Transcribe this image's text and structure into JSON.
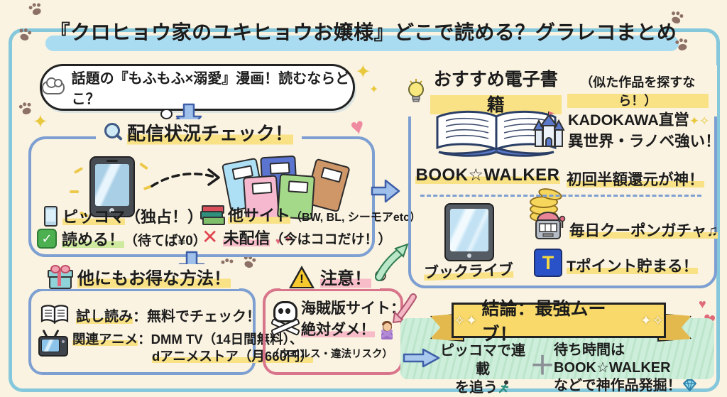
{
  "palette": {
    "background": "#faf3e2",
    "outer_border": "#85c8dc",
    "box_border_blue": "#7d9fd1",
    "box_border_pink": "#d9758b",
    "highlight_yellow": "#f9e285",
    "highlight_green": "#cdea9e",
    "highlight_pink": "#f7bcc8",
    "title_highlight_blue": "#aadcf1",
    "banner_yellow": "#f8d96a",
    "conclusion_green": "#c5e9d2"
  },
  "title": "『クロヒョウ家のユキヒョウお嬢様』どこで読める？グラレコまとめ",
  "thought_bubble": "話題の『もふもふ×溺愛』漫画！読むならどこ？",
  "check_box": {
    "header": "配信状況チェック！",
    "piccoma_label": "ピッコマ",
    "piccoma_note": "（独占！）",
    "readable_label": "読める！",
    "readable_note": "（待てば¥0）",
    "check_glyph": "✓",
    "x_glyph": "✕",
    "other_label": "他サイト",
    "other_note": "（BW, BL, シーモアetc）",
    "unavailable_label": "未配信",
    "unavailable_note": "（今はココだけ！）"
  },
  "deals_box": {
    "header": "他にもお得な方法！",
    "trial_label": "試し読み",
    "trial_rest": "：無料でチェック！",
    "anime_label": "関連アニメ",
    "anime_rest": "：DMM TV（14日間無料）、",
    "anime_line2": "dアニメストア（月660円）"
  },
  "warning_box": {
    "header": "注意！",
    "line1": "海賊版サイト：",
    "line2": "絶対ダメ！",
    "note": "（ウイルス・違法リスク）"
  },
  "ebook_box": {
    "header": "おすすめ電子書籍",
    "header_note": "（似た作品を探すなら！）",
    "bookwalker_name": "BOOK☆WALKER",
    "bw_point1_line1": "KADOKAWA直営",
    "bw_point1_sparkles": "✦✧",
    "bw_point1_line2": "異世界・ラノベ強い！",
    "bw_point2": "初回半額還元が神！",
    "booklive_name": "ブックライブ",
    "bl_point1": "毎日クーポンガチャ♫",
    "bl_point2": "Tポイント貯まる！",
    "tpoint_logo": "T"
  },
  "conclusion": {
    "banner": "結論：最強ムーブ！",
    "banner_sparkle_left": "✧✦",
    "banner_sparkle_right": "✦✧",
    "left_line1": "ピッコマで連載",
    "left_line2": "を追う",
    "plus": "＋",
    "right_line1": "待ち時間はBOOK☆WALKER",
    "right_line2": "などで神作品発掘！"
  },
  "decor": {
    "sparkle_glyph": "✦",
    "heart_glyph": "♥"
  }
}
